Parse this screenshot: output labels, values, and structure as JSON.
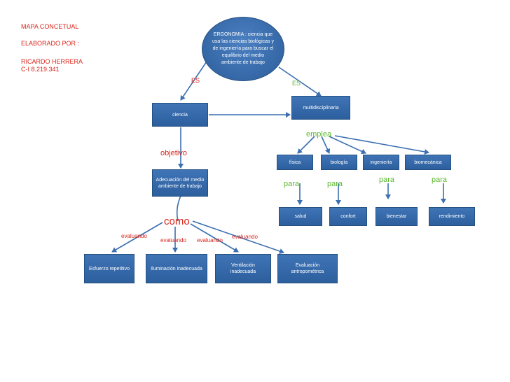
{
  "header": {
    "title": "MAPA CONCETUAL",
    "elaborado": "ELABORADO POR  :",
    "author": "RICARDO HERRERA",
    "id": "C-I 8.219.341"
  },
  "nodes": {
    "root": "ERGONOMIA : ciencia que usa las ciencias biológicas y de ingeniería para buscar el equilibrio  del medio ambiente de trabajo",
    "ciencia": "ciencia",
    "multidisciplinaria": "multidisciplinaria",
    "adecuacion": "Adecuación del medio ambiente de trabajo",
    "fisica": "física",
    "biologia": "biología",
    "ingenieria": "ingeniería",
    "biomecanica": "biomecánica",
    "salud": "salud",
    "confort": "confort",
    "bienestar": "bienestar",
    "rendimiento": "rendimiento",
    "esfuerzo": "Esfuerzo repetitivo",
    "iluminacion": "Iluminación inadecuada",
    "ventilacion": "Ventilación inadecuada",
    "evaluacion": "Evaluación antropométrica"
  },
  "links": {
    "es_left": "ES",
    "es_right": "ES",
    "emplea": "emplea",
    "objetivo": "objetivo",
    "como": "como",
    "para": "para",
    "evaluando": "evaluando"
  },
  "colors": {
    "node_fill": "#3567a8",
    "node_border": "#24517f",
    "edge": "#3b6fb0",
    "label_red": "#d9261c",
    "label_green": "#5cb82e"
  }
}
